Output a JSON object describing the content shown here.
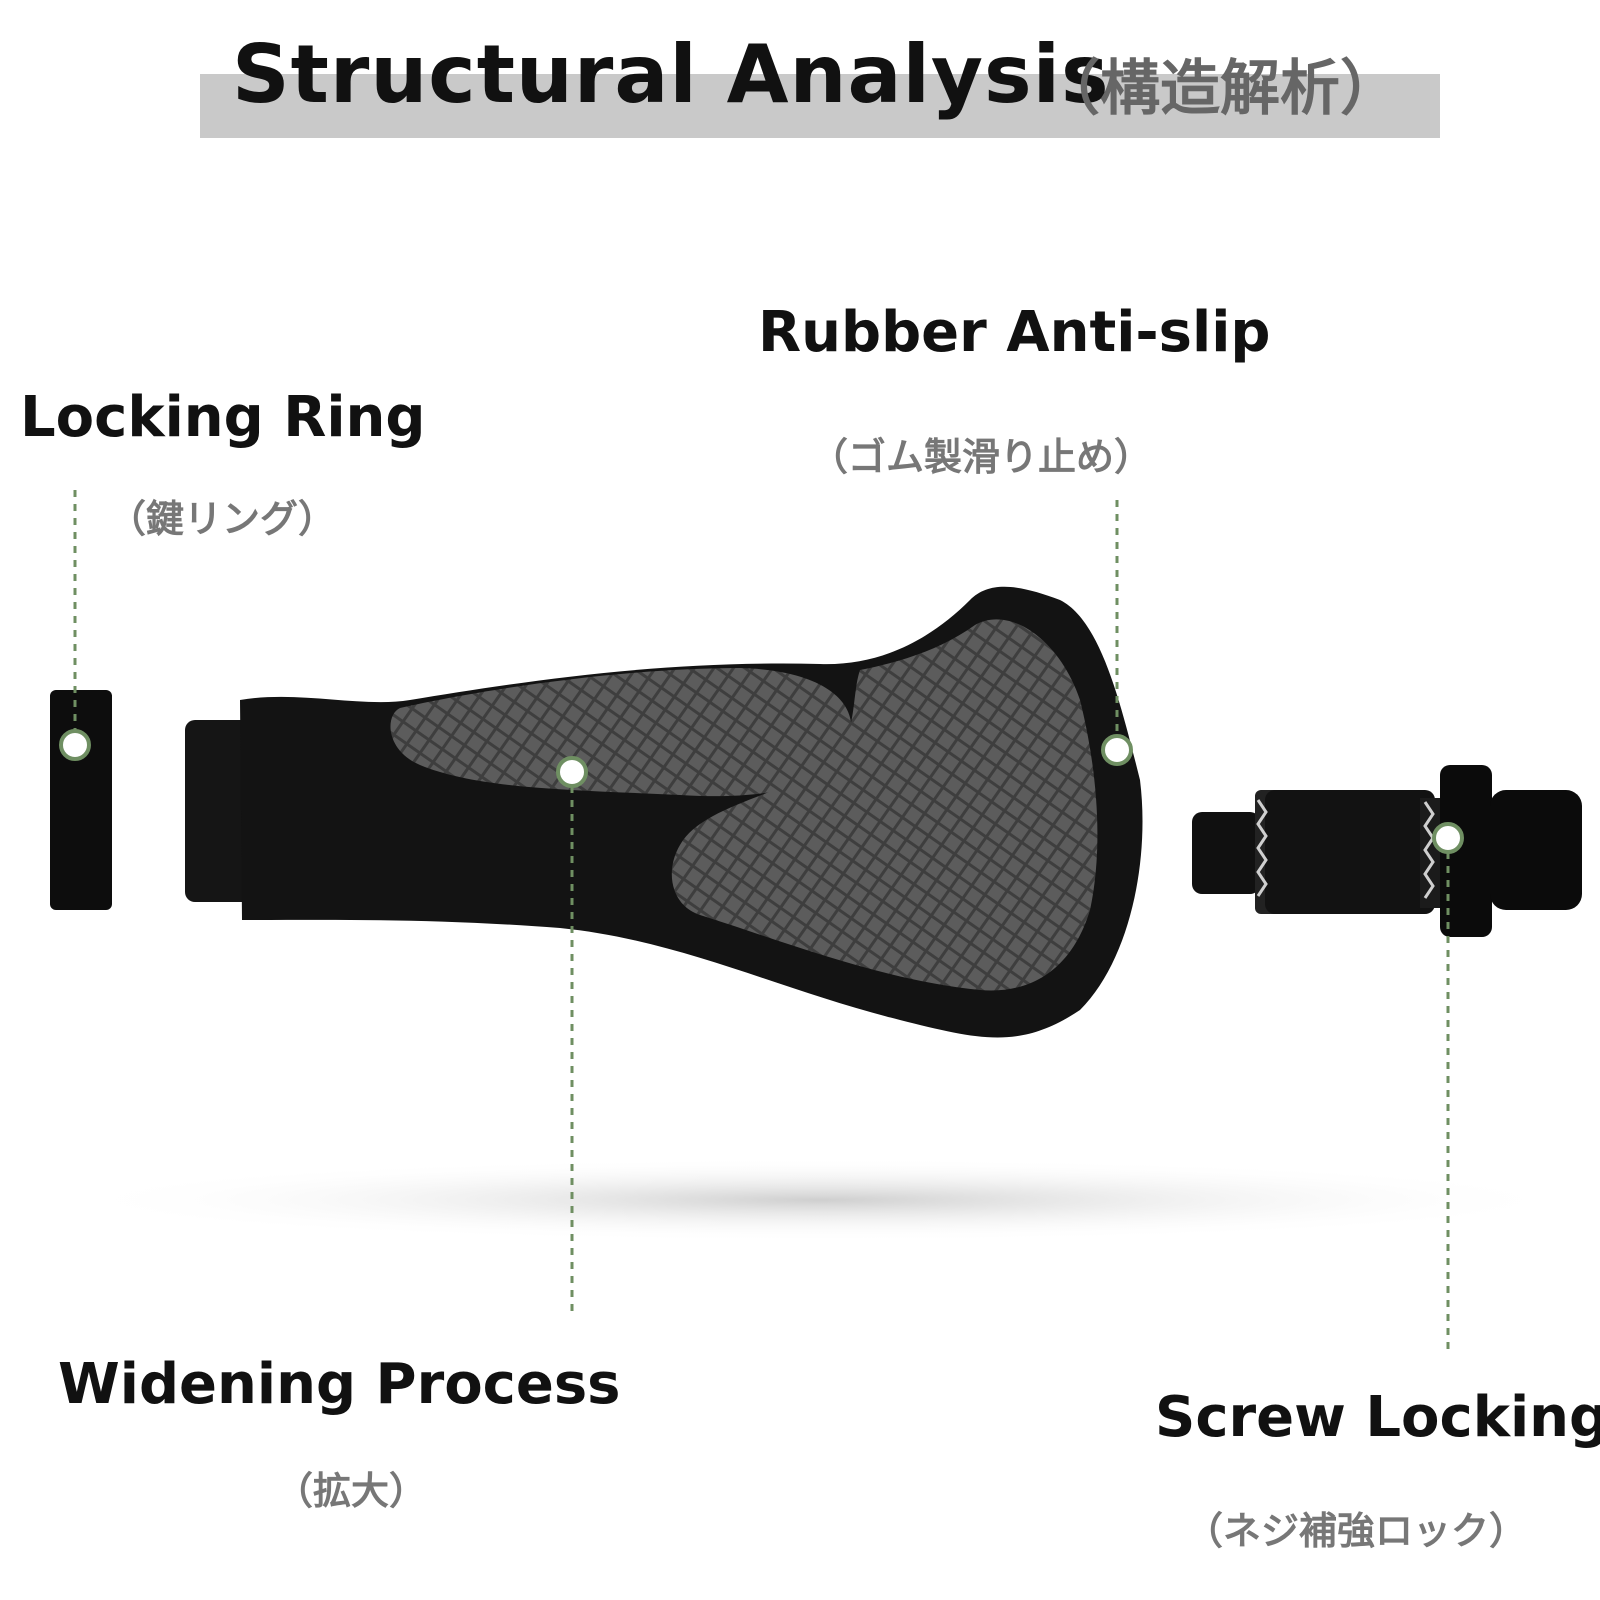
{
  "header": {
    "title": "Structural Analysis",
    "title_jp": "（構造解析）"
  },
  "callouts": [
    {
      "id": "locking-ring",
      "label": "Locking Ring",
      "sub": "（鍵リング）"
    },
    {
      "id": "rubber-anti-slip",
      "label": "Rubber Anti-slip",
      "sub": "（ゴム製滑り止め）"
    },
    {
      "id": "widening-process",
      "label": "Widening Process",
      "sub": "（拡大）"
    },
    {
      "id": "screw-locking",
      "label": "Screw Locking",
      "sub": "（ネジ補強ロック）"
    }
  ],
  "colors": {
    "leader": "#6f8f62",
    "grip_black": "#111111",
    "grip_gray": "#5f5f5f",
    "title_bar": "#c9c9c9"
  }
}
